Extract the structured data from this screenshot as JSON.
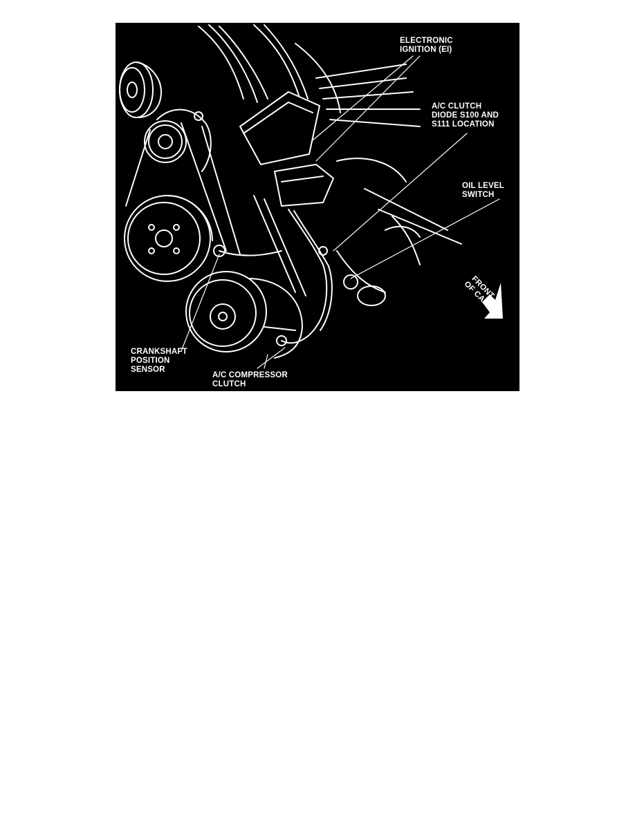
{
  "figure": {
    "labels": {
      "electronic_ignition": [
        "ELECTRONIC",
        "IGNITION (EI)"
      ],
      "ac_clutch_diode": [
        "A/C CLUTCH",
        "DIODE S100 AND",
        "S111 LOCATION"
      ],
      "oil_level_switch": [
        "OIL LEVEL",
        "SWITCH"
      ],
      "crankshaft_sensor": [
        "CRANKSHAFT",
        "POSITION",
        "SENSOR"
      ],
      "ac_compressor_clutch": [
        "A/C COMPRESSOR",
        "CLUTCH"
      ],
      "front_of_car": [
        "FRONT",
        "OF CAR"
      ]
    }
  }
}
